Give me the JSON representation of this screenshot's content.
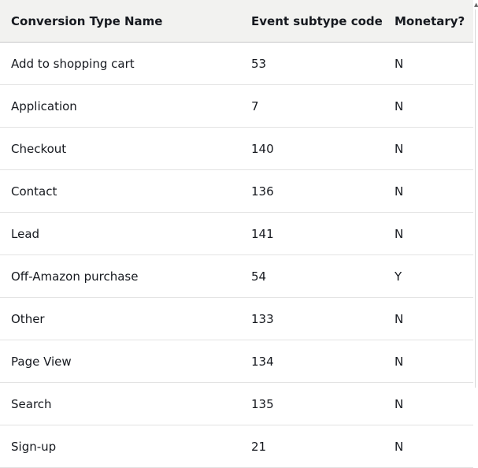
{
  "table": {
    "headers": [
      "Conversion Type Name",
      "Event subtype code",
      "Monetary?"
    ],
    "rows": [
      [
        "Add to shopping cart",
        "53",
        "N"
      ],
      [
        "Application",
        "7",
        "N"
      ],
      [
        "Checkout",
        "140",
        "N"
      ],
      [
        "Contact",
        "136",
        "N"
      ],
      [
        "Lead",
        "141",
        "N"
      ],
      [
        "Off-Amazon purchase",
        "54",
        "Y"
      ],
      [
        "Other",
        "133",
        "N"
      ],
      [
        "Page View",
        "134",
        "N"
      ],
      [
        "Search",
        "135",
        "N"
      ],
      [
        "Sign-up",
        "21",
        "N"
      ]
    ]
  }
}
